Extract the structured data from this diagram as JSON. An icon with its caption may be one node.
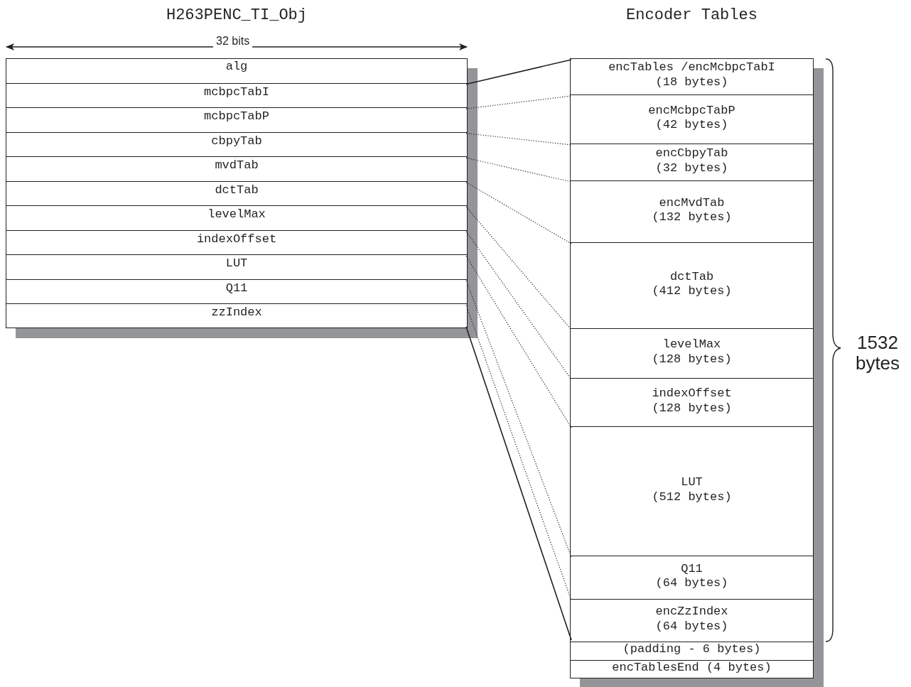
{
  "diagram": {
    "nodes": [
      {
        "text": [
          "H263PENC_TI_Obj"
        ]
      },
      {
        "text": [
          "alg"
        ],
        "in": 0
      },
      {
        "text": [
          "mcbpcTabI"
        ],
        "in": 0
      },
      {
        "text": [
          "mcbpcTabP"
        ],
        "in": 0
      },
      {
        "text": [
          "cbpyTab"
        ],
        "in": 0
      },
      {
        "text": [
          "mvdTab"
        ],
        "in": 0
      },
      {
        "text": [
          "dctTab"
        ],
        "in": 0
      },
      {
        "text": [
          "levelMax"
        ],
        "in": 0
      },
      {
        "text": [
          "indexOffset"
        ],
        "in": 0
      },
      {
        "text": [
          "LUT"
        ],
        "in": 0
      },
      {
        "text": [
          "Q11"
        ],
        "in": 0
      },
      {
        "text": [
          "zzIndex"
        ],
        "in": 0
      },
      {
        "text": [
          "Encoder Tables"
        ]
      },
      {
        "text": [
          "encTables /encMcbpcTabI",
          "(18 bytes)"
        ],
        "in": 12
      },
      {
        "text": [
          "encMcbpcTabP",
          "(42 bytes)"
        ],
        "in": 12
      },
      {
        "text": [
          "encCbpyTab",
          "(32 bytes)"
        ],
        "in": 12
      },
      {
        "text": [
          "encMvdTab",
          "(132 bytes)"
        ],
        "in": 12
      },
      {
        "text": [
          "dctTab",
          "(412 bytes)"
        ],
        "in": 12
      },
      {
        "text": [
          "levelMax",
          "(128 bytes)"
        ],
        "in": 12
      },
      {
        "text": [
          "indexOffset",
          "(128 bytes)"
        ],
        "in": 12
      },
      {
        "text": [
          "LUT",
          "(512 bytes)"
        ],
        "in": 12
      },
      {
        "text": [
          "Q11",
          "(64 bytes)"
        ],
        "in": 12
      },
      {
        "text": [
          "encZzIndex",
          "(64 bytes)"
        ],
        "in": 12
      },
      {
        "text": [
          "(padding - 6 bytes)"
        ],
        "in": 12
      },
      {
        "text": [
          "encTablesEnd (4 bytes)"
        ],
        "in": 12
      }
    ],
    "edges": [
      {
        "from": 2,
        "to": 13,
        "arrow": "none"
      },
      {
        "from": 3,
        "to": 14,
        "arrow": "none",
        "style": "dashed"
      },
      {
        "from": 4,
        "to": 15,
        "arrow": "none",
        "style": "dashed"
      },
      {
        "from": 5,
        "to": 16,
        "arrow": "none",
        "style": "dashed"
      },
      {
        "from": 6,
        "to": 17,
        "arrow": "none",
        "style": "dashed"
      },
      {
        "from": 7,
        "to": 18,
        "arrow": "none",
        "style": "dashed"
      },
      {
        "from": 8,
        "to": 19,
        "arrow": "none",
        "style": "dashed"
      },
      {
        "from": 9,
        "to": 20,
        "arrow": "none",
        "style": "dashed"
      },
      {
        "from": 10,
        "to": 21,
        "arrow": "none",
        "style": "dashed"
      },
      {
        "from": 11,
        "to": 22,
        "arrow": "none",
        "style": "dashed"
      },
      {
        "from": 11,
        "to": 22,
        "arrow": "none"
      }
    ],
    "labels": [
      "32 bits",
      "1532 bytes"
    ]
  }
}
